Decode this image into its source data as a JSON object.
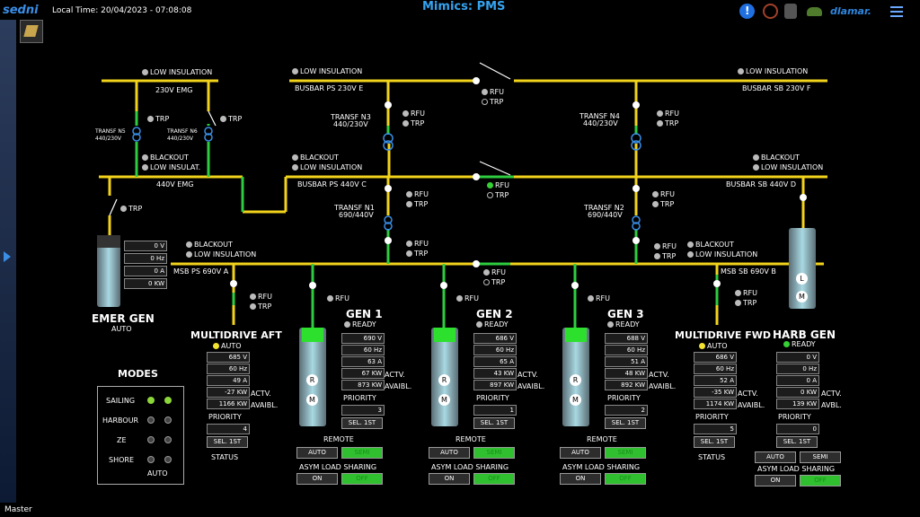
{
  "header": {
    "logo": "sedni",
    "local_time": "Local Time: 20/04/2023 - 07:08:08",
    "title": "Mimics: PMS",
    "brand": "dlamar."
  },
  "footer": {
    "user": "Master"
  },
  "labels": {
    "low_ins_emg": "LOW INSULATION",
    "emg230": "230V EMG",
    "low_ins_e": "LOW INSULATION",
    "busbar_e": "BUSBAR PS 230V E",
    "low_ins_f": "LOW INSULATION",
    "busbar_f": "BUSBAR SB 230V F",
    "rfu_top": "RFU",
    "trp_top": "TRP",
    "transf_n5": "TRANSF N5",
    "transf_n5v": "440/230V",
    "transf_n6": "TRANSF N6",
    "transf_n6v": "440/230V",
    "trp_n5": "TRP",
    "trp_n6": "TRP",
    "transf_n3": "TRANSF N3",
    "transf_n3v": "440/230V",
    "transf_n4": "TRANSF N4",
    "transf_n4v": "440/230V",
    "rfu_n3": "RFU",
    "trp_n3": "TRP",
    "rfu_n4": "RFU",
    "trp_n4": "TRP",
    "blackout_emg": "BLACKOUT",
    "low_insulat": "LOW INSULAT.",
    "blackout_c": "BLACKOUT",
    "low_ins_c": "LOW INSULATION",
    "blackout_d": "BLACKOUT",
    "low_ins_d": "LOW INSULATION",
    "emg440": "440V EMG",
    "busbar_c": "BUSBAR PS 440V C",
    "busbar_d": "BUSBAR SB 440V D",
    "rfu_cd": "RFU",
    "trp_cd": "TRP",
    "trp_emg": "TRP",
    "transf_n1": "TRANSF N1",
    "transf_n1v": "690/440V",
    "transf_n2": "TRANSF N2",
    "transf_n2v": "690/440V",
    "rfu_n1a": "RFU",
    "trp_n1a": "TRP",
    "rfu_n1b": "RFU",
    "trp_n1b": "TRP",
    "rfu_n2a": "RFU",
    "trp_n2a": "TRP",
    "rfu_n2b": "RFU",
    "trp_n2b": "TRP",
    "blackout_a": "BLACKOUT",
    "low_ins_a": "LOW INSULATION",
    "blackout_b": "BLACKOUT",
    "low_ins_b": "LOW INSULATION",
    "msb_a": "MSB PS 690V A",
    "msb_b": "MSB SB 690V B",
    "rfu_ab": "RFU",
    "trp_ab": "TRP",
    "rfu_md_aft": "RFU",
    "trp_md_aft": "TRP",
    "rfu_g1": "RFU",
    "rfu_g2": "RFU",
    "rfu_g3": "RFU",
    "rfu_md_fwd": "RFU",
    "trp_md_fwd": "TRP"
  },
  "emer_gen": {
    "name": "EMER GEN",
    "mode": "AUTO",
    "values": [
      "0 V",
      "0 Hz",
      "0 A",
      "0 KW"
    ]
  },
  "multidrive_aft": {
    "name": "MULTIDRIVE AFT",
    "mode": "AUTO",
    "values": [
      "685 V",
      "60 Hz",
      "49 A",
      "-27 KW",
      "1166 KW"
    ],
    "actv": "ACTV.",
    "avail": "AVAIBL.",
    "priority_label": "PRIORITY",
    "priority": "4",
    "sel": "SEL. 1ST",
    "status": "STATUS"
  },
  "gen1": {
    "name": "GEN 1",
    "state": "READY",
    "values": [
      "690 V",
      "60 Hz",
      "63 A",
      "67 KW",
      "873 KW"
    ],
    "actv": "ACTV.",
    "avail": "AVAIBL.",
    "priority_label": "PRIORITY",
    "priority": "3",
    "sel": "SEL. 1ST",
    "remote": "REMOTE",
    "btn_a": "AUTO",
    "btn_b": "SEMI",
    "asym": "ASYM LOAD SHARING",
    "btn_c": "ON",
    "btn_d": "OFF"
  },
  "gen2": {
    "name": "GEN 2",
    "state": "READY",
    "values": [
      "686 V",
      "60 Hz",
      "65 A",
      "43 KW",
      "897 KW"
    ],
    "actv": "ACTV.",
    "avail": "AVAIBL.",
    "priority_label": "PRIORITY",
    "priority": "1",
    "sel": "SEL. 1ST",
    "remote": "REMOTE",
    "btn_a": "AUTO",
    "btn_b": "SEMI",
    "asym": "ASYM LOAD SHARING",
    "btn_c": "ON",
    "btn_d": "OFF"
  },
  "gen3": {
    "name": "GEN 3",
    "state": "READY",
    "values": [
      "688 V",
      "60 Hz",
      "51 A",
      "48 KW",
      "892 KW"
    ],
    "actv": "ACTV.",
    "avail": "AVAIBL.",
    "priority_label": "PRIORITY",
    "priority": "2",
    "sel": "SEL. 1ST",
    "remote": "REMOTE",
    "btn_a": "AUTO",
    "btn_b": "SEMI",
    "asym": "ASYM LOAD SHARING",
    "btn_c": "ON",
    "btn_d": "OFF"
  },
  "multidrive_fwd": {
    "name": "MULTIDRIVE FWD",
    "mode": "AUTO",
    "values": [
      "686 V",
      "60 Hz",
      "52 A",
      "-35 KW",
      "1174 KW"
    ],
    "actv": "ACTV.",
    "avail": "AVAIBL.",
    "priority_label": "PRIORITY",
    "priority": "5",
    "sel": "SEL. 1ST",
    "status": "STATUS"
  },
  "harb_gen": {
    "name": "HARB GEN",
    "state": "READY",
    "values": [
      "0 V",
      "0 Hz",
      "0 A",
      "0 KW",
      "139 KW"
    ],
    "actv": "ACTV.",
    "avail": "AVBL.",
    "priority_label": "PRIORITY",
    "priority": "0",
    "sel": "SEL. 1ST",
    "btn_a": "AUTO",
    "btn_b": "SEMI",
    "asym": "ASYM LOAD SHARING",
    "btn_c": "ON",
    "btn_d": "OFF"
  },
  "modes": {
    "title": "MODES",
    "items": [
      "SAILING",
      "HARBOUR",
      "ZE",
      "SHORE"
    ],
    "auto": "AUTO"
  },
  "colors": {
    "bus": "#f2d31b",
    "live": "#2ecc40",
    "accent": "#35a3f0"
  }
}
